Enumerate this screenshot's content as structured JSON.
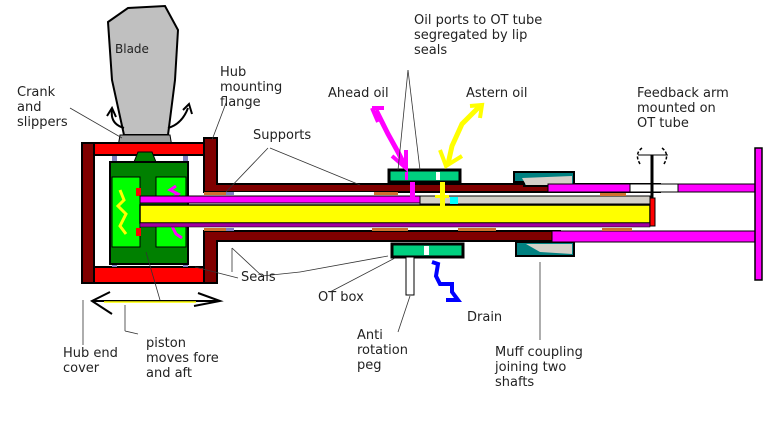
{
  "title": "Controllable pitch propeller hub and OT tube arrangement",
  "colors": {
    "maroon": "#800000",
    "red": "#ff0000",
    "dark_green": "#008000",
    "light_green": "#00ff00",
    "yellow": "#ffff00",
    "magenta": "#ff00ff",
    "blade_gray": "#c0c0c0",
    "ot_box_green": "#00d080",
    "muff_teal": "#008080",
    "muff_gray": "#d4d0c8",
    "support_orange": "#d07030",
    "seal_purple": "#8080c0",
    "drain_blue": "#0000ff"
  },
  "labels": {
    "blade": "Blade",
    "crank": "Crank\nand\nslippers",
    "hub_flange": "Hub\nmounting\nflange",
    "supports": "Supports",
    "ahead_oil": "Ahead oil",
    "astern_oil": "Astern oil",
    "oil_ports": "Oil ports to OT tube\nsegregated by lip\nseals",
    "feedback": "Feedback arm\nmounted on\nOT tube",
    "seals": "Seals",
    "ot_box": "OT box",
    "anti_rotation": "Anti\nrotation\npeg",
    "drain": "Drain",
    "muff": "Muff coupling\njoining two\nshafts",
    "hub_end": "Hub end\ncover",
    "piston": "piston\nmoves fore\nand aft"
  }
}
